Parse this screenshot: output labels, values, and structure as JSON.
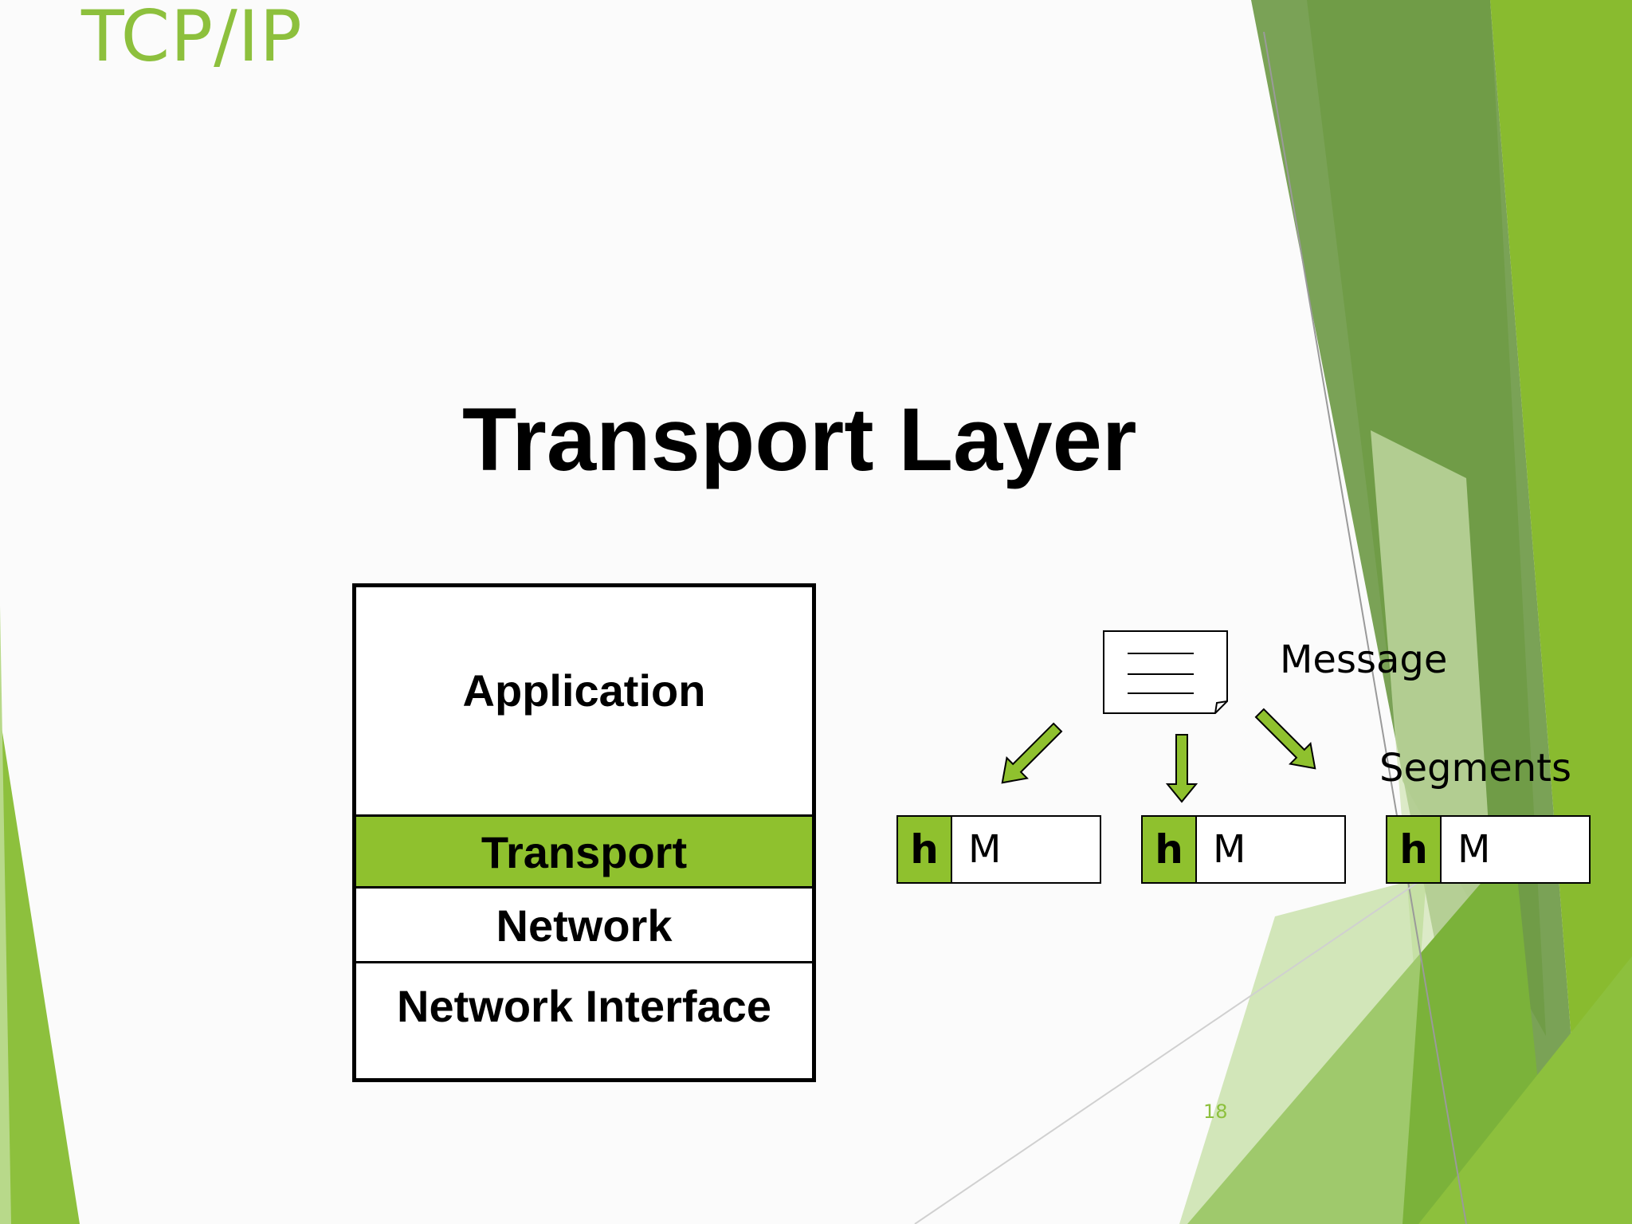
{
  "slide": {
    "title": "TCP/IP",
    "heading": "Transport Layer",
    "page_number": "18"
  },
  "stack": {
    "layers": [
      {
        "label": "Application",
        "highlighted": false
      },
      {
        "label": "Transport",
        "highlighted": true
      },
      {
        "label": "Network",
        "highlighted": false
      },
      {
        "label": "Network Interface",
        "highlighted": false
      }
    ]
  },
  "segmentation": {
    "message_label": "Message",
    "segments_label": "Segments",
    "segments": [
      {
        "header": "h",
        "payload": "M"
      },
      {
        "header": "h",
        "payload": "M"
      },
      {
        "header": "h",
        "payload": "M"
      }
    ]
  },
  "colors": {
    "accent": "#8fc12e",
    "title": "#8dc03d",
    "text": "#000000",
    "background": "#fbfbfb"
  },
  "icons": {
    "message": "document-icon",
    "split": "arrow-down-icon"
  }
}
